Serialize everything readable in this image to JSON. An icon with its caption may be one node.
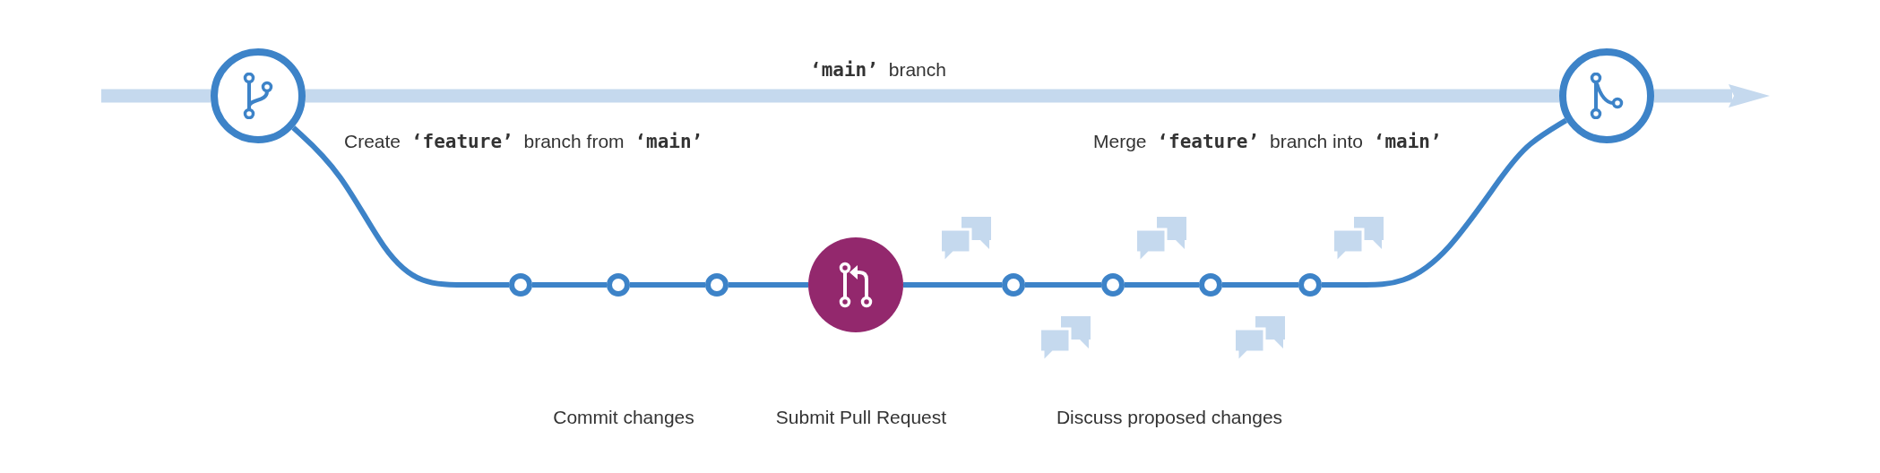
{
  "diagram": {
    "nodes": [
      {
        "text": [],
        "shape": "circle"
      },
      {
        "text": [],
        "shape": "circle"
      },
      {
        "text": [],
        "shape": "circle"
      },
      {
        "text": [],
        "shape": "circle"
      },
      {
        "text": [],
        "shape": "circle"
      },
      {
        "text": [],
        "shape": "circle"
      },
      {
        "text": [],
        "shape": "circle"
      },
      {
        "text": [],
        "shape": "circle"
      },
      {
        "text": [],
        "shape": "circle"
      },
      {
        "text": [],
        "shape": "circle"
      }
    ],
    "edges": [
      {
        "from": null,
        "to": 0,
        "arrow": "none",
        "style": "thick",
        "color": "#c5d9ee"
      },
      {
        "from": 0,
        "to": 1,
        "arrow": "none",
        "style": "thick",
        "color": "#c5d9ee",
        "label": "**‘main’** branch"
      },
      {
        "from": 1,
        "to": null,
        "arrow": "to",
        "style": "thick",
        "color": "#c5d9ee"
      },
      {
        "from": 0,
        "to": 2,
        "arrow": "none",
        "label": "Create **‘feature’** branch from **‘main’**"
      },
      {
        "from": 2,
        "to": 3,
        "arrow": "none"
      },
      {
        "from": 3,
        "to": 4,
        "arrow": "none"
      },
      {
        "from": 4,
        "to": 5,
        "arrow": "none"
      },
      {
        "from": 5,
        "to": 6,
        "arrow": "none"
      },
      {
        "from": 6,
        "to": 7,
        "arrow": "none"
      },
      {
        "from": 7,
        "to": 8,
        "arrow": "none"
      },
      {
        "from": 8,
        "to": 9,
        "arrow": "none"
      },
      {
        "from": 9,
        "to": 1,
        "arrow": "none",
        "label": "Merge **‘feature’** branch into **‘main’**"
      }
    ],
    "labels": [
      "Commit changes",
      "Submit Pull Request",
      "Discuss proposed changes"
    ]
  }
}
